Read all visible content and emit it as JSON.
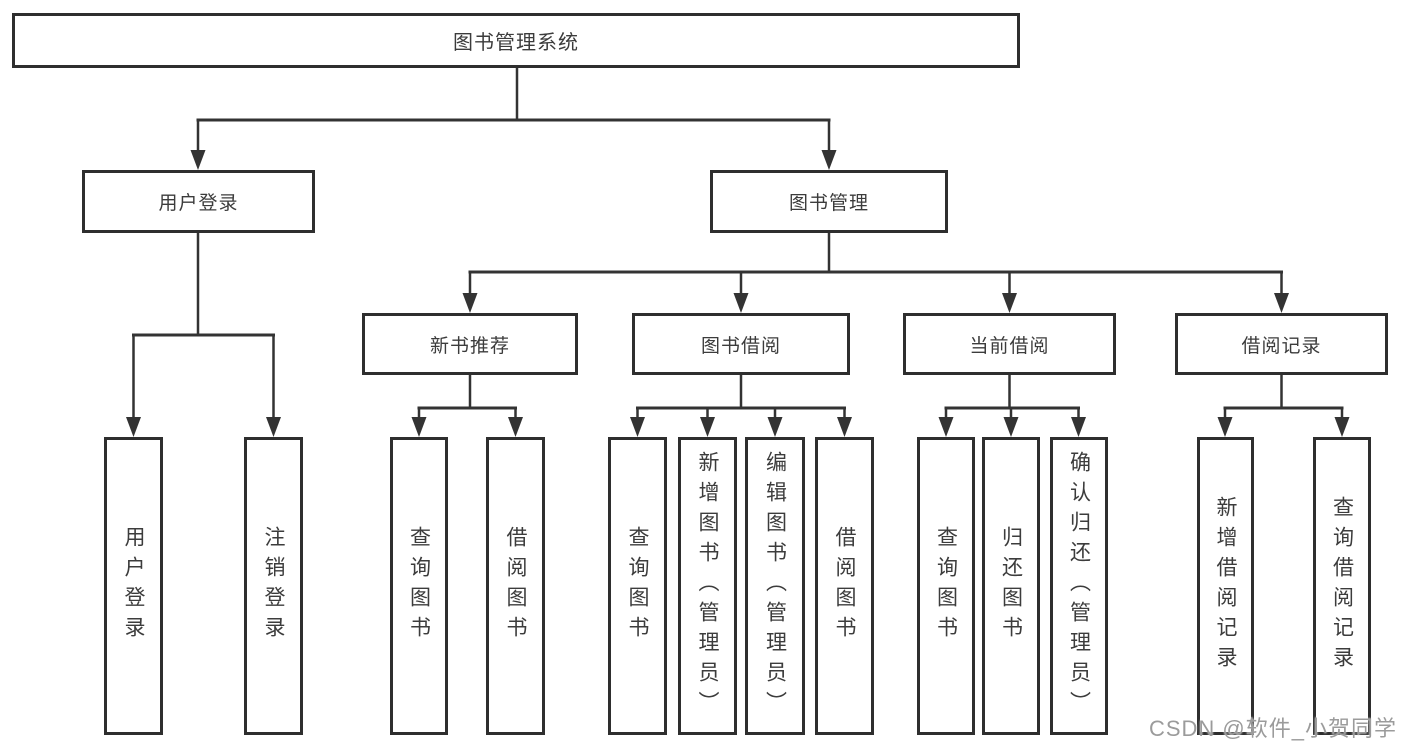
{
  "nodes": {
    "root": "图书管理系统",
    "user_login": "用户登录",
    "book_mgmt": "图书管理",
    "new_books": "新书推荐",
    "book_borrow": "图书借阅",
    "current_borrow": "当前借阅",
    "borrow_records": "借阅记录"
  },
  "leaves": {
    "user_login": [
      "用户登录",
      "注销登录"
    ],
    "new_books": [
      "查询图书",
      "借阅图书"
    ],
    "book_borrow": [
      "查询图书",
      "新增图书（管理员）",
      "编辑图书（管理员）",
      "借阅图书"
    ],
    "current_borrow": [
      "查询图书",
      "归还图书",
      "确认归还（管理员）"
    ],
    "borrow_records": [
      "新增借阅记录",
      "查询借阅记录"
    ]
  },
  "watermark": "CSDN @软件_小贺同学",
  "colors": {
    "line": "#333333",
    "border": "#2e2e2e",
    "text": "#3c3c3c",
    "watermark_text": "#9b9b9b",
    "background": "#ffffff"
  }
}
